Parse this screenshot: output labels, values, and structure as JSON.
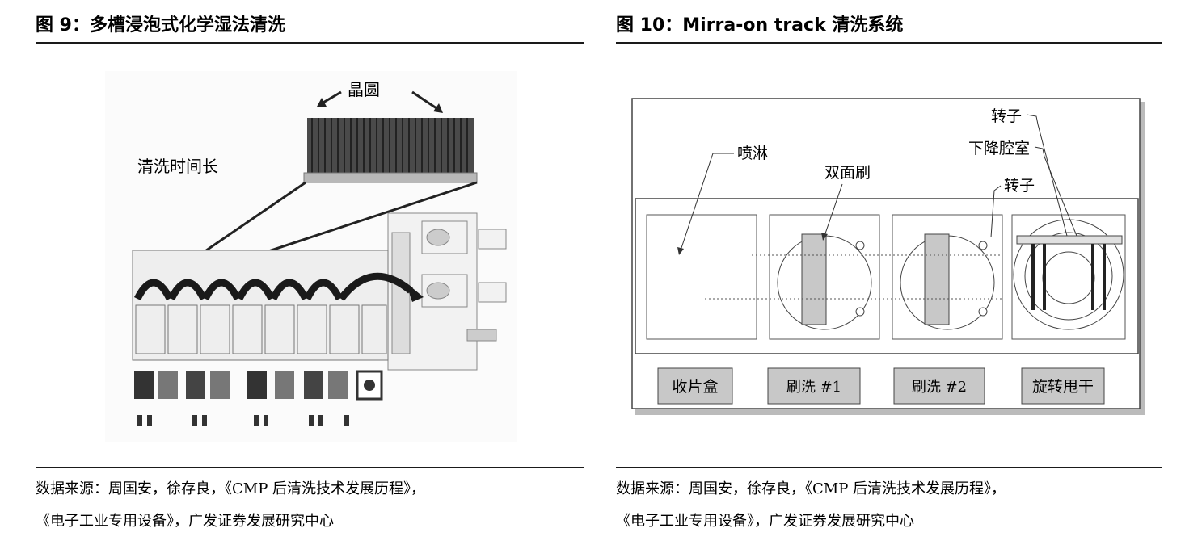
{
  "left": {
    "title": "图 9：多槽浸泡式化学湿法清洗",
    "figure": {
      "wafer_label": "晶圆",
      "time_label": "清洗时间长"
    },
    "source_line1": "数据来源：周国安，徐存良，《CMP 后清洗技术发展历程》，",
    "source_line2": "《电子工业专用设备》，广发证券发展研究中心"
  },
  "right": {
    "title": "图 10：Mirra-on track 清洗系统",
    "figure": {
      "spray_label": "喷淋",
      "brush_label": "双面刷",
      "rotor_top_label": "转子",
      "descend_label": "下降腔室",
      "rotor_mid_label": "转子",
      "stations": [
        "收片盒",
        "刷洗 #1",
        "刷洗 #2",
        "旋转甩干"
      ]
    },
    "source_line1": "数据来源：周国安，徐存良，《CMP 后清洗技术发展历程》，",
    "source_line2": "《电子工业专用设备》，广发证券发展研究中心"
  }
}
